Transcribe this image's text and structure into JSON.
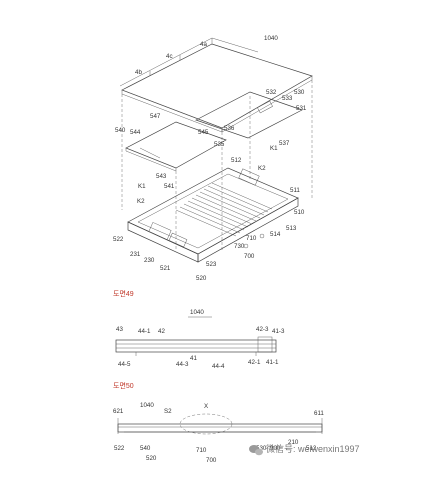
{
  "figures": {
    "fig49_label": "도면49",
    "fig50_label": "도면50"
  },
  "labels": {
    "fig48": [
      "1040",
      "4a",
      "4b",
      "4c",
      "532",
      "533",
      "530",
      "531",
      "537",
      "536",
      "535",
      "545",
      "540",
      "544",
      "547",
      "543",
      "541",
      "K1",
      "K2",
      "512",
      "511",
      "510",
      "513",
      "514",
      "710",
      "730",
      "700",
      "522",
      "231",
      "230",
      "521",
      "523",
      "520"
    ],
    "fig49": [
      "1040",
      "43",
      "44-1",
      "42",
      "42-3",
      "41-3",
      "44-5",
      "44-3",
      "41",
      "44-4",
      "42-1",
      "41-1"
    ],
    "fig50": [
      "621",
      "1040",
      "S2",
      "X",
      "611",
      "522",
      "540",
      "520",
      "710",
      "700",
      "530",
      "900",
      "210",
      "512"
    ]
  },
  "watermark": {
    "text": "微信号: weiwenxin1997",
    "icon": "wechat-icon"
  },
  "colors": {
    "line": "#444444",
    "fig_label": "#c0392b",
    "watermark": "#777777"
  }
}
